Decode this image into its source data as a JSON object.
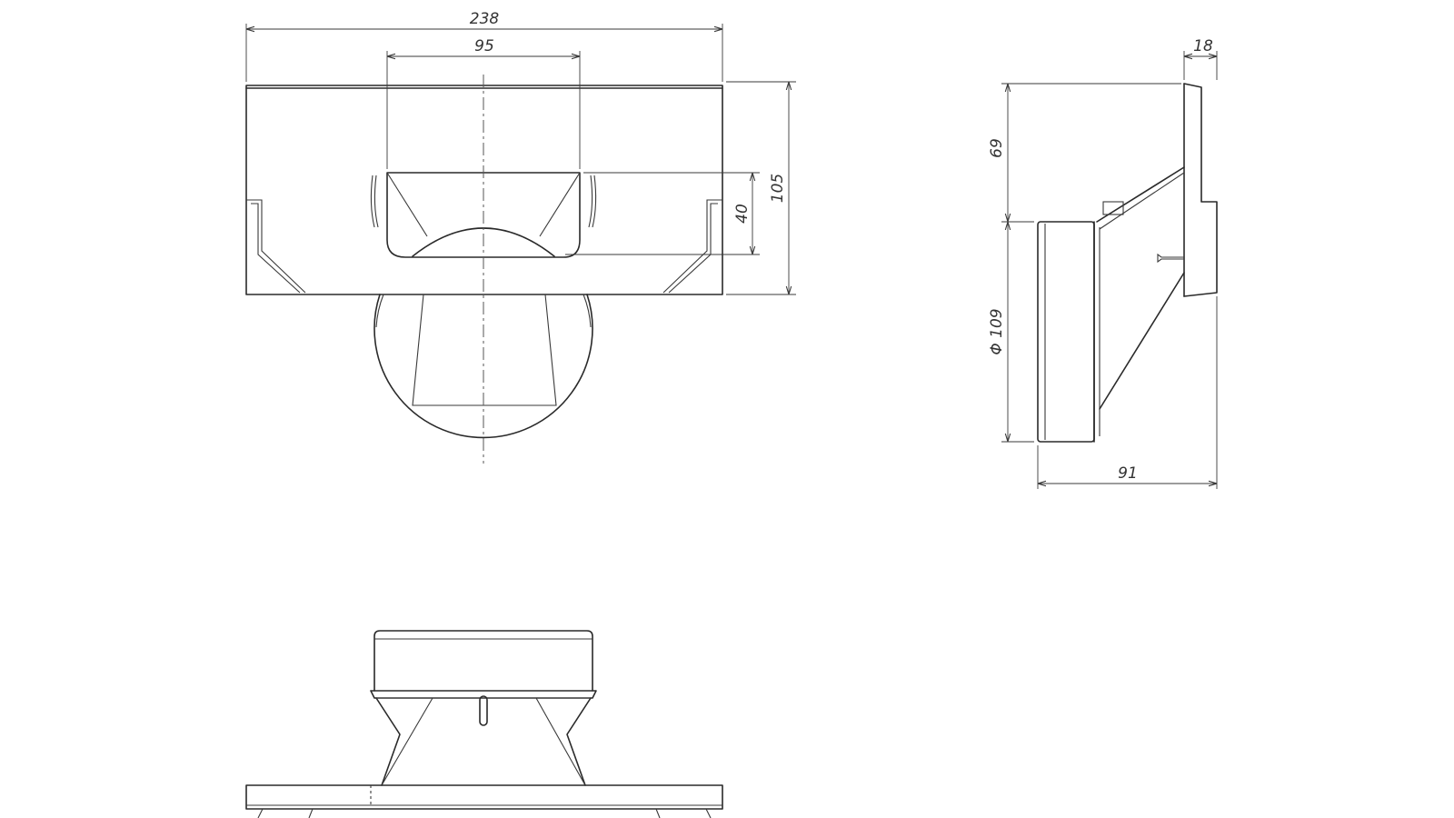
{
  "colors": {
    "line": "#2a2a2a",
    "background": "#ffffff"
  },
  "dimensions": {
    "top_width": "238",
    "top_inner_width": "95",
    "top_height": "105",
    "top_slot_height": "40",
    "side_upper_height": "69",
    "side_diameter": "Φ 109",
    "side_plate_thickness": "18",
    "side_depth": "91"
  }
}
